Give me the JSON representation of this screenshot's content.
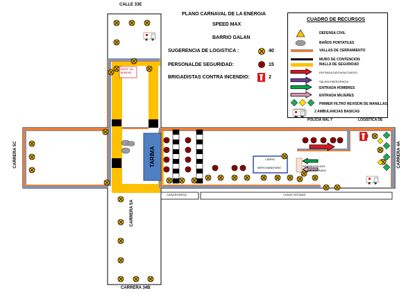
{
  "streets": {
    "top": "CALLE 33E",
    "bottom": "CARRERA 34B",
    "left": "CARRERA 5C",
    "middle": "CARRERA 5A",
    "right": "CARRERA 4A"
  },
  "header": {
    "line1": "PLANO CARNAVAL DE LA ENERGIA",
    "line2": "SPEED MAX",
    "line3": "BARRIO GALAN"
  },
  "summary": [
    {
      "label": "SUGERENCIA DE LOGISTICA :",
      "count": "40",
      "icon": "logistics-circle-icon"
    },
    {
      "label": "PERSONALDE SEGURIDAD:",
      "count": "15",
      "icon": "security-circle-icon"
    },
    {
      "label": "BRIGADISTAS CONTRA INCENDIO:",
      "count": "2",
      "icon": "fire-extinguisher-icon"
    }
  ],
  "legend": {
    "title": "CUADRO DE RECURSOS",
    "items": [
      {
        "label": "DEFENSA CIVIL",
        "icon": "triangle-icon"
      },
      {
        "label": "BAÑOS PORTATILES",
        "icon": "portable-toilet-icon"
      },
      {
        "label": "VALLAS DE CERRAMIENTO",
        "icon": "fence-icon"
      },
      {
        "label": "MURO DE CONTENCION",
        "icon": "wall-icon"
      },
      {
        "label": "MALLA DE SEGURIDAD",
        "icon": "mesh-icon"
      },
      {
        "label": "ENTRADA DISCAPACITADOS",
        "icon": "red-arrow-icon"
      },
      {
        "label": "SALIDA EMERGENCIA",
        "icon": "purple-arrow-icon"
      },
      {
        "label": "ENTRADA HOMBRES",
        "icon": "green-arrow-icon"
      },
      {
        "label": "ENTRADA MUJERES",
        "icon": "pink-arrow-icon"
      },
      {
        "label": "PRIMER FILTRO REVISON DE MANILLAS",
        "icon": "diamond-icon"
      },
      {
        "label": "2 AMBULANCIAS BASICAS",
        "icon": "ambulance-icon"
      }
    ],
    "police": "POLICIA NAL Y",
    "logistics": "LOGISTICA DE"
  },
  "map": {
    "tarima": "TARIMA",
    "carpa": "CARPA",
    "merch": "MERCHANDISING",
    "venta1": "VENTA",
    "venta2": "DE",
    "venta3": "BEBIDAS",
    "segmentation": "SEGMENTACION",
    "entrada": "DE ENTRADA",
    "casa_bodega": "CASA BODEGA",
    "casas_vecinas": "CASAS VECINAS"
  },
  "colors": {
    "logistics": "#f0b400",
    "security": "#cc0000",
    "fence_orange": "#ee7d31",
    "fence_blue": "#7f95b5",
    "mesh_yellow": "#ffc000",
    "stage_blue": "#4e7fc3",
    "red_arrow": "#e0161c",
    "green_arrow": "#00a651",
    "pink_arrow": "#d59ab9",
    "purple_arrow": "#6f3da0",
    "diamond_green": "#22a45a",
    "diamond_yellow": "#f5e000",
    "triangle": "#ffc000",
    "toilet_gray": "#9b9b9b"
  }
}
